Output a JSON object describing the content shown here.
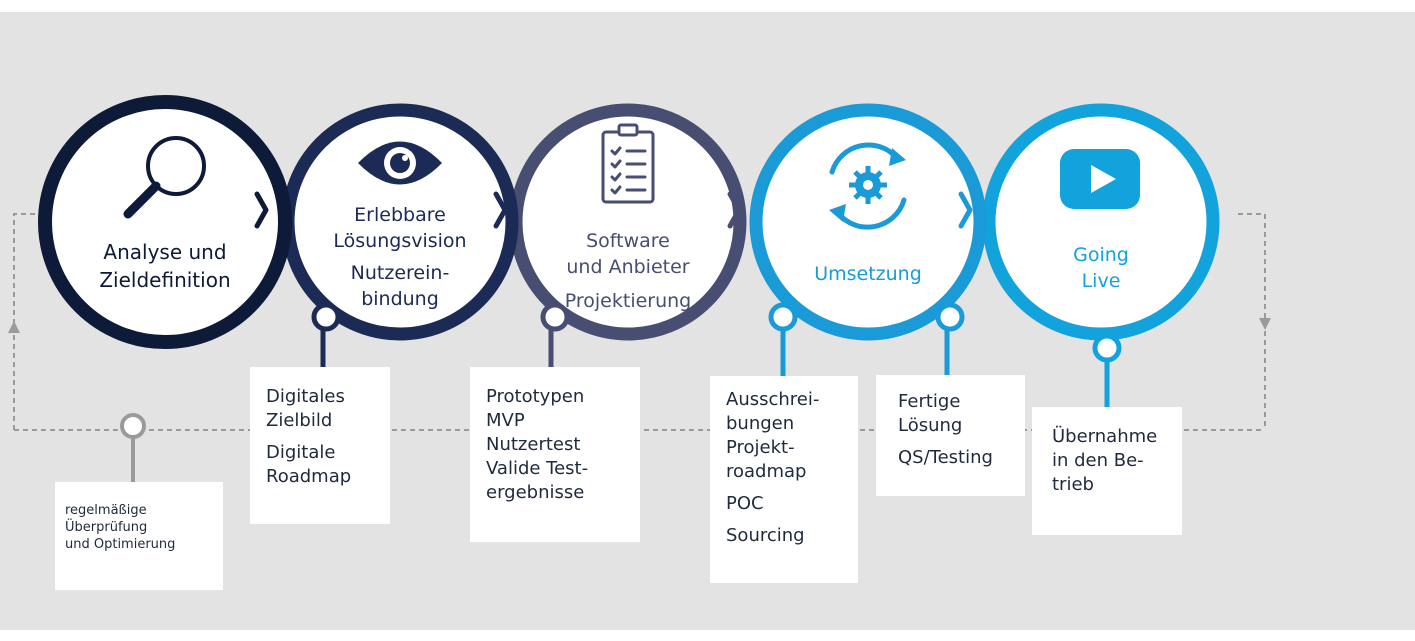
{
  "colors": {
    "background": "#e3e3e3",
    "step1": "#0d1a38",
    "step2": "#1c2b55",
    "step3": "#474e72",
    "step4": "#1a9ad6",
    "step5": "#12a2dc",
    "connector": "#9a9a9a"
  },
  "steps": [
    {
      "id": "analyse",
      "icon": "magnifier-icon",
      "lines": [
        "Analyse und",
        "Zieldefinition"
      ]
    },
    {
      "id": "vision",
      "icon": "eye-icon",
      "lines": [
        "Erlebbare",
        "Lösungsvision",
        "Nutzerein-",
        "bindung"
      ]
    },
    {
      "id": "software",
      "icon": "clipboard-checklist-icon",
      "lines": [
        "Software",
        "und Anbieter",
        "Projektierung"
      ]
    },
    {
      "id": "umsetzung",
      "icon": "gear-cycle-icon",
      "lines": [
        "Umsetzung"
      ]
    },
    {
      "id": "golive",
      "icon": "play-button-icon",
      "lines": [
        "Going",
        "Live"
      ]
    }
  ],
  "boxes": [
    {
      "id": "zielbild",
      "lines": [
        "Digitales",
        "Zielbild",
        "Digitale",
        "Roadmap"
      ]
    },
    {
      "id": "prototypen",
      "lines": [
        "Prototypen",
        "MVP",
        "Nutzertest",
        "Valide Test-",
        "ergebnisse"
      ]
    },
    {
      "id": "ausschreibungen",
      "lines": [
        "Ausschrei-",
        "bungen",
        "Projekt-",
        "roadmap",
        "POC",
        "Sourcing"
      ]
    },
    {
      "id": "loesung",
      "lines": [
        "Fertige",
        "Lösung",
        "QS/Testing"
      ]
    },
    {
      "id": "uebernahme",
      "lines": [
        "Übernahme",
        "in den Be-",
        "trieb"
      ]
    },
    {
      "id": "review",
      "lines": [
        "regelmäßige",
        "Überprüfung",
        "und Optimierung"
      ]
    }
  ]
}
